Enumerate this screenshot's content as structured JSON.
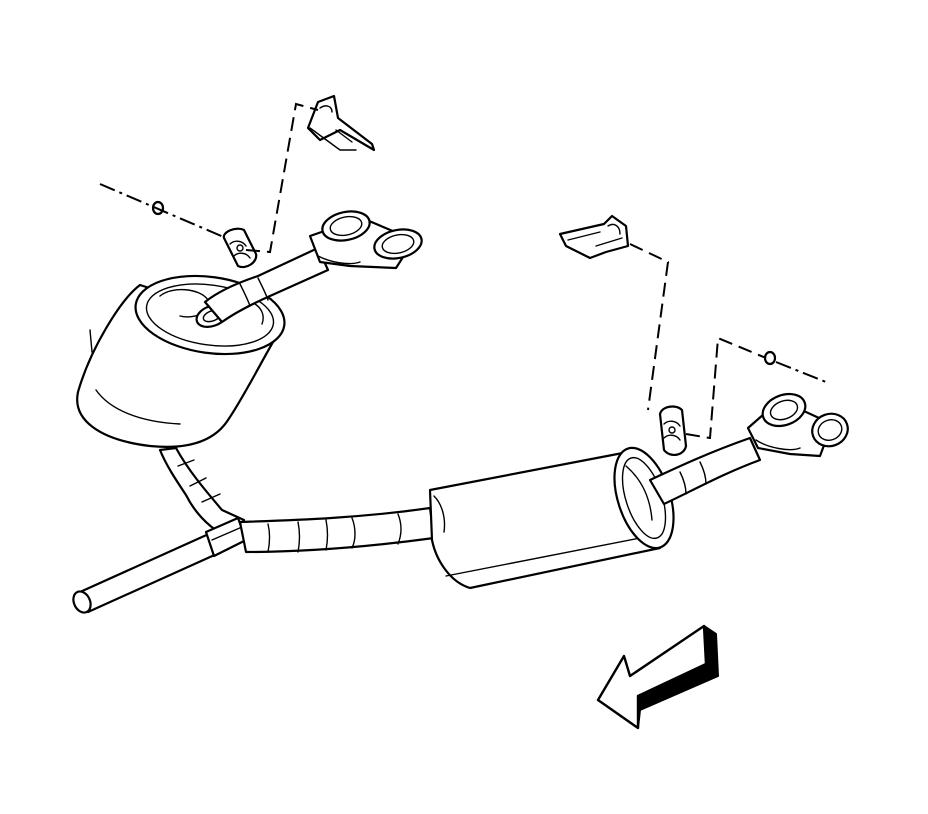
{
  "diagram": {
    "type": "technical-line-drawing",
    "components": [
      "exhaust-intermediate-pipe",
      "left-muffler",
      "right-muffler",
      "left-tailpipe-dual-tip",
      "right-tailpipe-dual-tip",
      "left-hanger-insulator",
      "right-hanger-insulator",
      "left-hanger-bracket",
      "right-hanger-bracket",
      "left-nut",
      "right-nut"
    ],
    "direction_arrow": "forward",
    "line_color": "#000000",
    "background_color": "#ffffff"
  }
}
